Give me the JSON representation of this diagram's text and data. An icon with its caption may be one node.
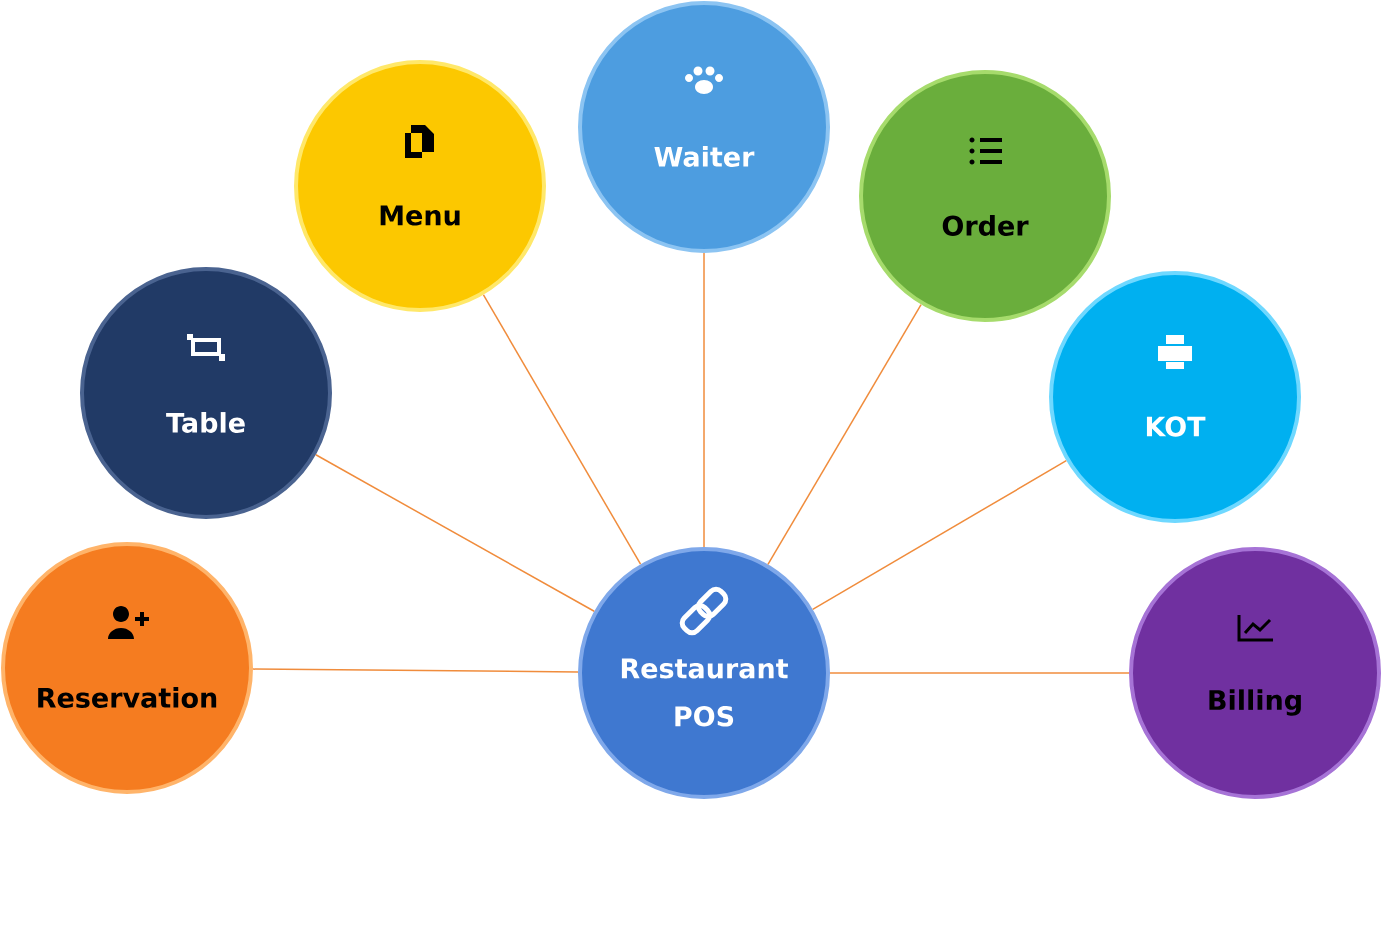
{
  "diagram": {
    "nodes": [
      {
        "text": [
          "Waiter"
        ]
      },
      {
        "text": [
          "Menu"
        ]
      },
      {
        "text": [
          "Order"
        ]
      },
      {
        "text": [
          "Table"
        ]
      },
      {
        "text": [
          "KOT"
        ]
      },
      {
        "text": [
          "Reservation"
        ]
      },
      {
        "text": [
          "Restaurant POS"
        ]
      },
      {
        "text": [
          "Billing"
        ]
      }
    ],
    "edges": [
      {
        "from": 6,
        "to": 0,
        "arrow": "none"
      },
      {
        "from": 6,
        "to": 1,
        "arrow": "none"
      },
      {
        "from": 6,
        "to": 2,
        "arrow": "none"
      },
      {
        "from": 6,
        "to": 3,
        "arrow": "none"
      },
      {
        "from": 6,
        "to": 4,
        "arrow": "none"
      },
      {
        "from": 6,
        "to": 5,
        "arrow": "none"
      },
      {
        "from": 6,
        "to": 7,
        "arrow": "none"
      }
    ]
  }
}
